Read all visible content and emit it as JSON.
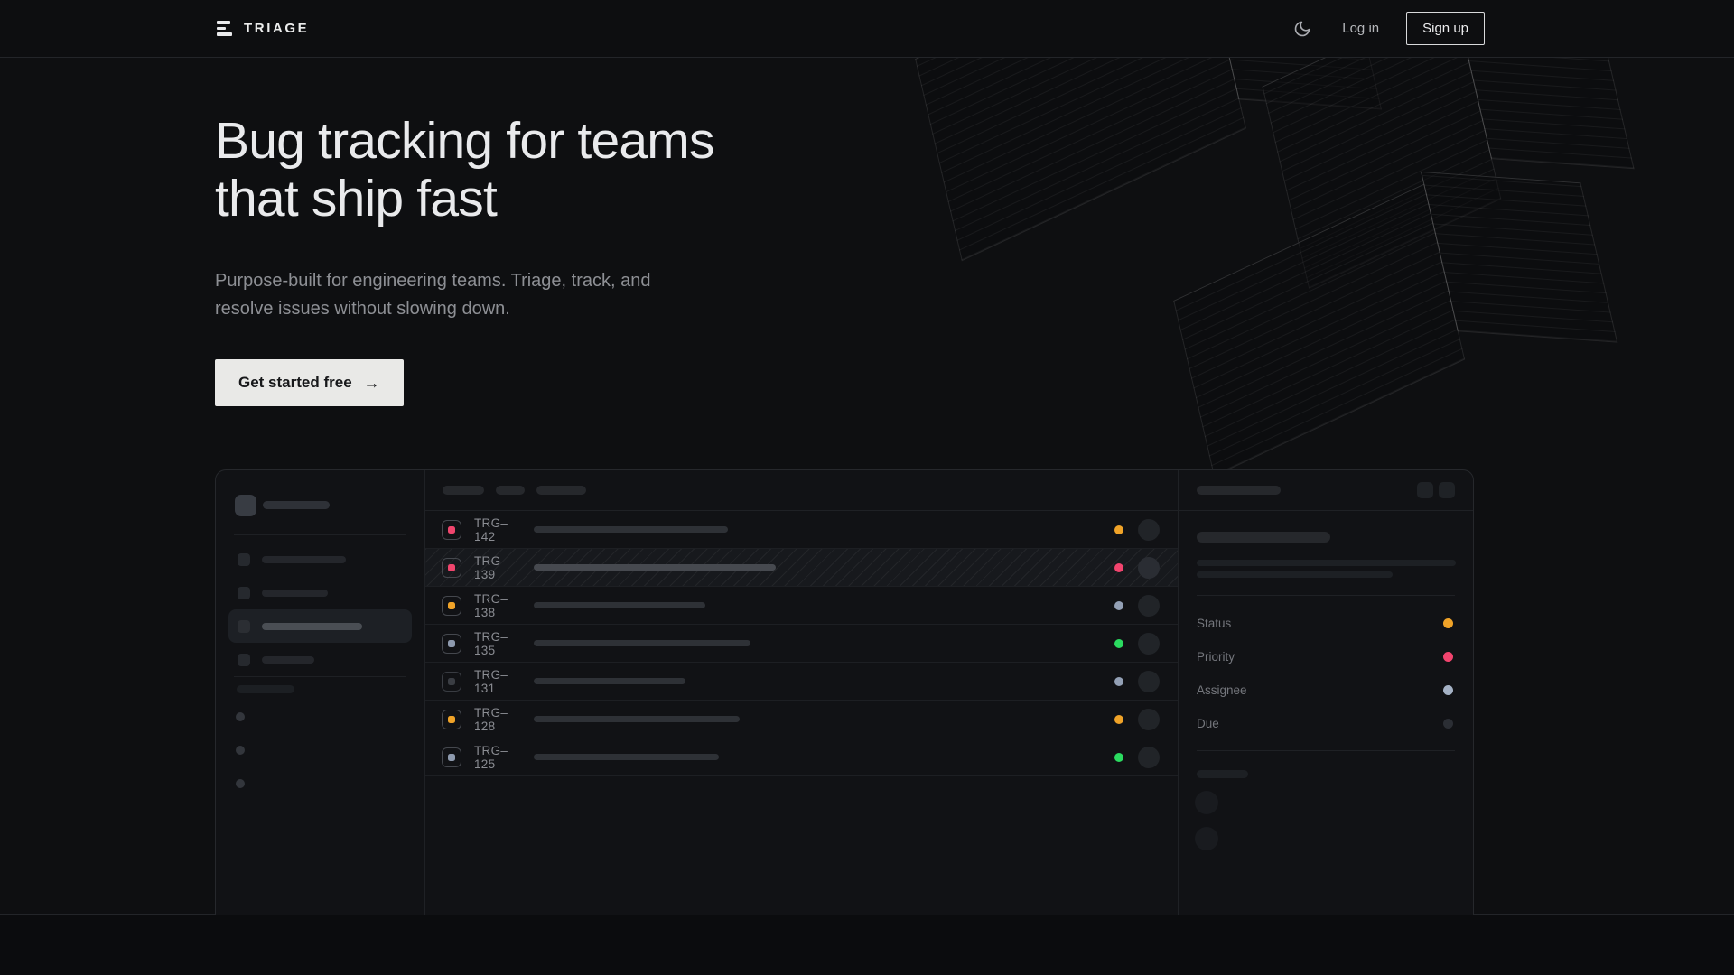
{
  "brand": {
    "name": "TRIAGE"
  },
  "nav": {
    "theme_icon": "moon",
    "login_label": "Log in",
    "signup_label": "Sign up"
  },
  "hero": {
    "title_line1": "Bug tracking for teams",
    "title_line2": "that ship fast",
    "subtitle_line1": "Purpose-built for engineering teams. Triage, track, and",
    "subtitle_line2": "resolve issues without slowing down.",
    "cta_label": "Get started free",
    "cta_arrow": "→"
  },
  "mockup": {
    "issues": [
      {
        "id": "TRG–142",
        "icon_color": "#f0456d",
        "status_color": "#f0a328",
        "title_width": 215,
        "selected": false,
        "dim": false
      },
      {
        "id": "TRG–139",
        "icon_color": "#f0456d",
        "status_color": "#f2446e",
        "title_width": 268,
        "selected": true,
        "dim": false
      },
      {
        "id": "TRG–138",
        "icon_color": "#f0a328",
        "status_color": "#93a0b5",
        "title_width": 190,
        "selected": false,
        "dim": false
      },
      {
        "id": "TRG–135",
        "icon_color": "#8e9aae",
        "status_color": "#2bdb60",
        "title_width": 240,
        "selected": false,
        "dim": false
      },
      {
        "id": "TRG–131",
        "icon_color": "#3a3d43",
        "status_color": "#93a0b5",
        "title_width": 168,
        "selected": false,
        "dim": true
      },
      {
        "id": "TRG–128",
        "icon_color": "#f0a328",
        "status_color": "#f0a328",
        "title_width": 228,
        "selected": false,
        "dim": false
      },
      {
        "id": "TRG–125",
        "icon_color": "#8e9aae",
        "status_color": "#2bdb60",
        "title_width": 205,
        "selected": false,
        "dim": false
      }
    ],
    "detail_fields": [
      {
        "label": "Status",
        "dot_color": "#f0a328"
      },
      {
        "label": "Priority",
        "dot_color": "#f2446e"
      },
      {
        "label": "Assignee",
        "dot_color": "#a5b2c5"
      },
      {
        "label": "Due",
        "dot_color": "#2b2e34"
      }
    ]
  },
  "colors": {
    "page_bg": "#0e0f11",
    "panel_bg": "#111215",
    "accent_amber": "#f0a328",
    "accent_pink": "#f2446e",
    "accent_green": "#2bdb60",
    "accent_slate": "#93a0b5",
    "cta_bg": "#e9e9e7",
    "heading_text": "#e9eaec",
    "muted_text": "#8d8f94"
  }
}
